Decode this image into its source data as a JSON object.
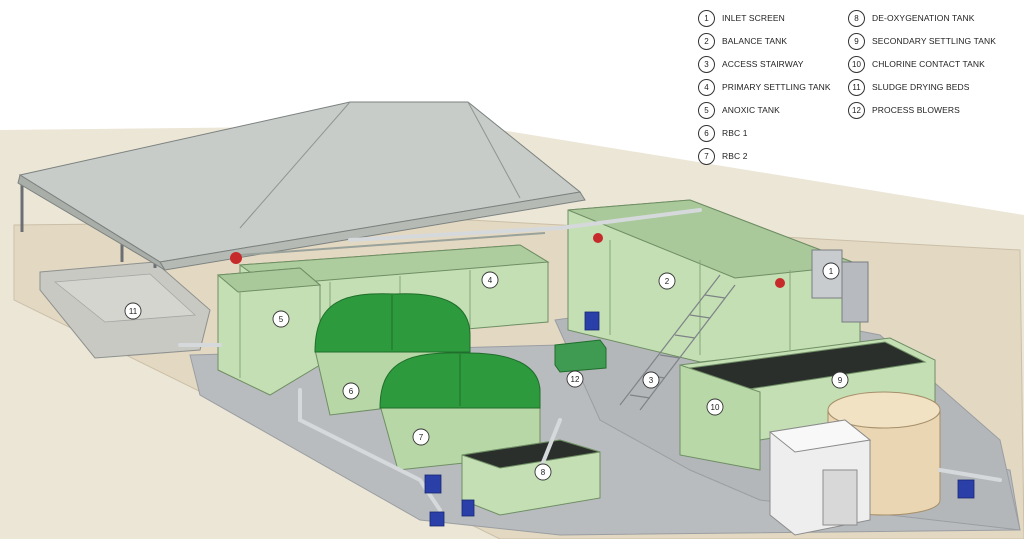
{
  "colors": {
    "tank_green": "#c3dfb3",
    "tank_green_dark": "#9fc48e",
    "rbc_cover": "#2e9a3e",
    "roof": "#c8cdc8",
    "slab": "#b9bcbf",
    "ground": "#e6dcc8",
    "pump_blue": "#2a3fa8",
    "drying_tank": "#ead6b2"
  },
  "legend": {
    "left": [
      {
        "num": "1",
        "label": "INLET SCREEN"
      },
      {
        "num": "2",
        "label": "BALANCE TANK"
      },
      {
        "num": "3",
        "label": "ACCESS STAIRWAY"
      },
      {
        "num": "4",
        "label": "PRIMARY SETTLING TANK"
      },
      {
        "num": "5",
        "label": "ANOXIC TANK"
      },
      {
        "num": "6",
        "label": "RBC 1"
      },
      {
        "num": "7",
        "label": "RBC 2"
      }
    ],
    "right": [
      {
        "num": "8",
        "label": "DE-OXYGENATION TANK"
      },
      {
        "num": "9",
        "label": "SECONDARY SETTLING TANK"
      },
      {
        "num": "10",
        "label": "CHLORINE CONTACT TANK"
      },
      {
        "num": "11",
        "label": "SLUDGE DRYING BEDS"
      },
      {
        "num": "12",
        "label": "PROCESS BLOWERS"
      }
    ]
  },
  "callouts": [
    {
      "num": "1",
      "icon": "inlet-screen"
    },
    {
      "num": "2",
      "icon": "balance-tank"
    },
    {
      "num": "3",
      "icon": "access-stairway"
    },
    {
      "num": "4",
      "icon": "primary-settling-tank"
    },
    {
      "num": "5",
      "icon": "anoxic-tank"
    },
    {
      "num": "6",
      "icon": "rbc-1"
    },
    {
      "num": "7",
      "icon": "rbc-2"
    },
    {
      "num": "8",
      "icon": "de-oxygenation-tank"
    },
    {
      "num": "9",
      "icon": "secondary-settling-tank"
    },
    {
      "num": "10",
      "icon": "chlorine-contact-tank"
    },
    {
      "num": "11",
      "icon": "sludge-drying-beds"
    },
    {
      "num": "12",
      "icon": "process-blowers"
    }
  ]
}
